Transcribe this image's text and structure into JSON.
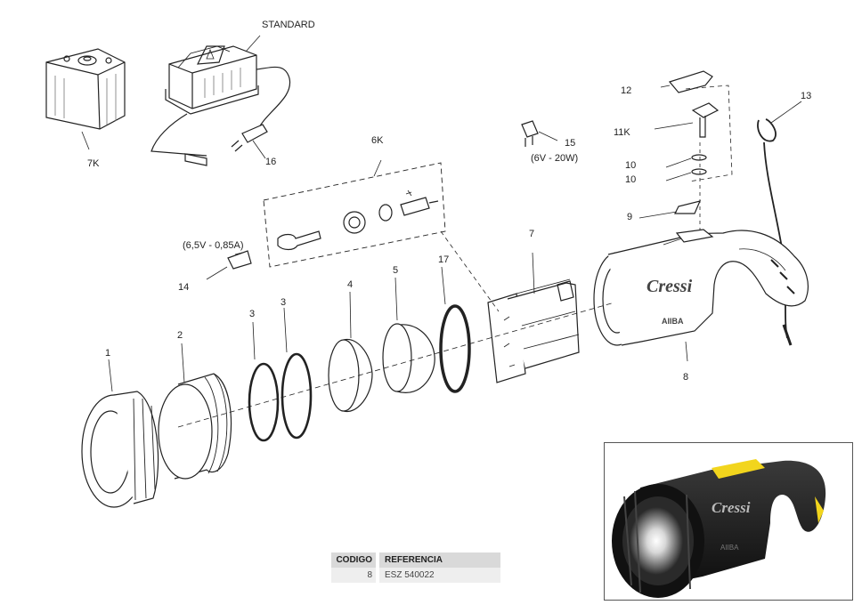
{
  "labels": {
    "standard": "STANDARD",
    "p7k": "7K",
    "p16": "16",
    "p6k": "6K",
    "p15": "15",
    "p15_spec": "(6V - 20W)",
    "p12": "12",
    "p11k": "11K",
    "p10a": "10",
    "p10b": "10",
    "p9": "9",
    "p13": "13",
    "p14_spec": "(6,5V - 0,85A)",
    "p14": "14",
    "p7": "7",
    "p1": "1",
    "p2": "2",
    "p3a": "3",
    "p3b": "3",
    "p4": "4",
    "p5": "5",
    "p17": "17",
    "p8": "8"
  },
  "brand": {
    "logo": "Cressi",
    "model": "AIIBA"
  },
  "ref_table": {
    "header": [
      "CODIGO",
      "REFERENCIA"
    ],
    "rows": [
      [
        "8",
        "ESZ 540022"
      ]
    ]
  },
  "colors": {
    "line": "#222222",
    "accent_yellow": "#f2d51d",
    "table_header": "#d9d9d9",
    "table_row": "#eeeeee"
  }
}
